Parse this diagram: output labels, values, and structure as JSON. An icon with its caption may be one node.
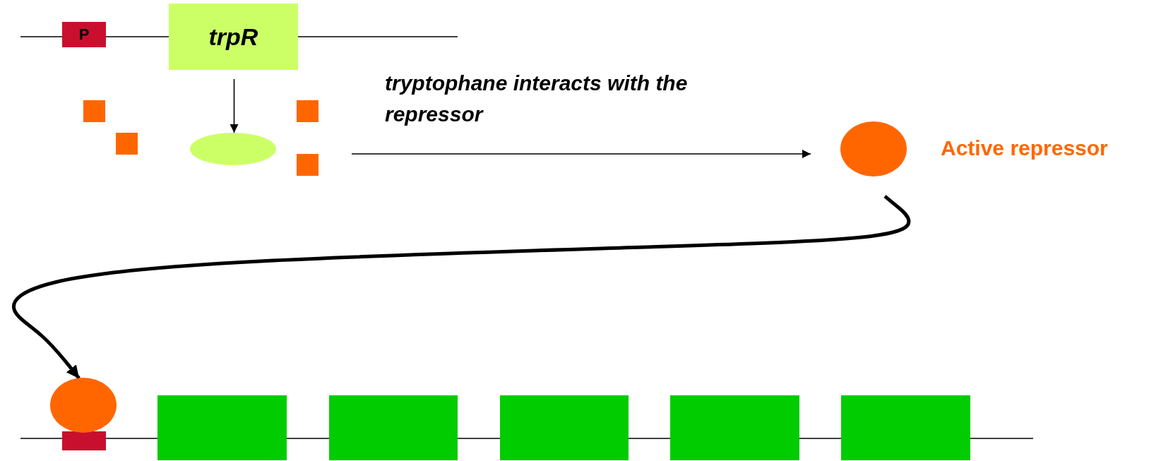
{
  "diagram": {
    "nodes": [
      {
        "text": [
          "P"
        ]
      },
      {
        "text": [
          "trpR"
        ]
      },
      {
        "text": [],
        "shape": "circle"
      },
      {
        "text": [],
        "shape": "circle",
        "beside": [
          "Active repressor"
        ]
      },
      {
        "text": [],
        "shape": "box"
      },
      {
        "text": [],
        "shape": "circle"
      },
      {
        "text": [],
        "shape": "box"
      },
      {
        "text": [],
        "shape": "box"
      },
      {
        "text": [],
        "shape": "box"
      },
      {
        "text": [],
        "shape": "box"
      },
      {
        "text": [],
        "shape": "box"
      }
    ],
    "edges": [
      {
        "from": 1,
        "to": 2,
        "arrow": "to"
      },
      {
        "from": null,
        "to": 3,
        "arrow": "to",
        "label": "tryptophane interacts with the repressor"
      },
      {
        "from": 3,
        "to": 5,
        "arrow": "to",
        "style": "thick"
      }
    ]
  }
}
